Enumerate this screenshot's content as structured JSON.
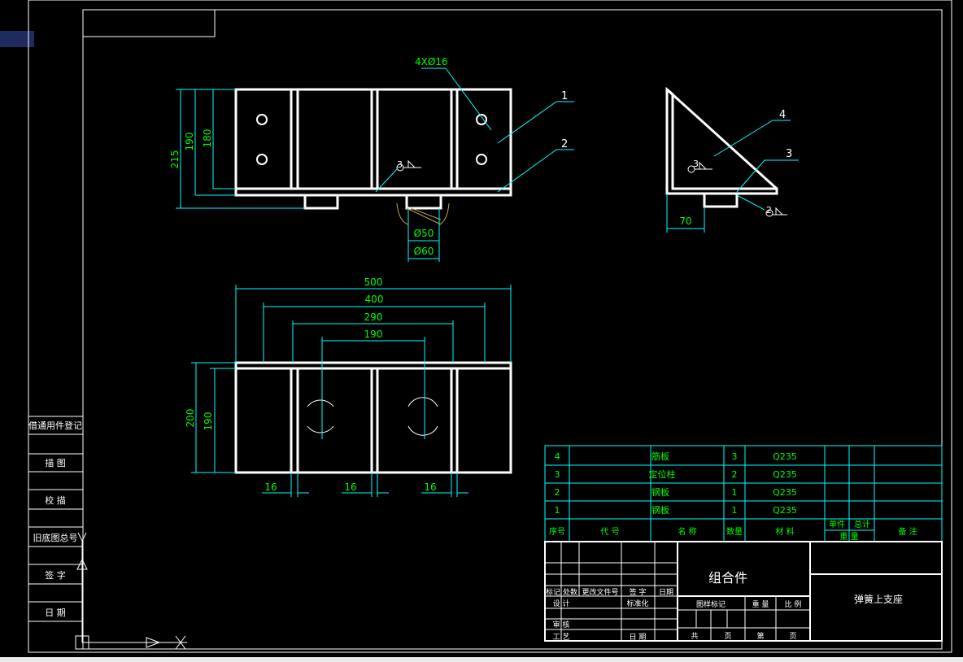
{
  "colors": {
    "background": "#000000",
    "outline": "#ffffff",
    "dimension": "#00ffff",
    "dim_text": "#00ff00",
    "table_line": "#00ffff",
    "table_text": "#00ff00"
  },
  "top_view": {
    "hole_label": "4XØ16",
    "dims": {
      "h215": "215",
      "h190": "190",
      "h180": "180",
      "d50": "Ø50",
      "d60": "Ø60"
    },
    "weld": "3",
    "callouts": [
      "1",
      "2"
    ]
  },
  "side_view": {
    "callouts": [
      "4",
      "3"
    ],
    "weld_a": "3",
    "weld_b": "2",
    "width": "70"
  },
  "plan_view": {
    "dims_horizontal": [
      "500",
      "400",
      "290",
      "190"
    ],
    "dims_vertical": [
      "200",
      "190"
    ],
    "gaps": [
      "16",
      "16",
      "16"
    ]
  },
  "left_strip": {
    "labels": [
      "借通用件登记",
      "描 图",
      "校 描",
      "旧底图总号",
      "签 字",
      "日 期"
    ]
  },
  "bom": {
    "rows": [
      {
        "no": "4",
        "name": "筋板",
        "qty": "3",
        "material": "Q235"
      },
      {
        "no": "3",
        "name": "定位柱",
        "qty": "2",
        "material": "Q235"
      },
      {
        "no": "2",
        "name": "钢板",
        "qty": "1",
        "material": "Q235"
      },
      {
        "no": "1",
        "name": "钢板",
        "qty": "1",
        "material": "Q235"
      }
    ],
    "header": {
      "no": "序号",
      "code": "代 号",
      "name": "名 称",
      "qty": "数量",
      "material": "材 料",
      "unit": "单件",
      "total": "总计",
      "weight": "重 量",
      "remark": "备 注"
    }
  },
  "title_block": {
    "part_name": "组合件",
    "drawing_name": "弹簧上支座",
    "row_labels": [
      "标记",
      "处数",
      "更改文件号",
      "签 字",
      "日期"
    ],
    "design": "设 计",
    "standard": "标准化",
    "review": "审 核",
    "process": "工 艺",
    "date": "日 期",
    "stage": "图样标记",
    "weight": "重 量",
    "scale": "比 例",
    "total_sheets": "共",
    "sheet": "页",
    "page_no": "第",
    "page": "页"
  }
}
